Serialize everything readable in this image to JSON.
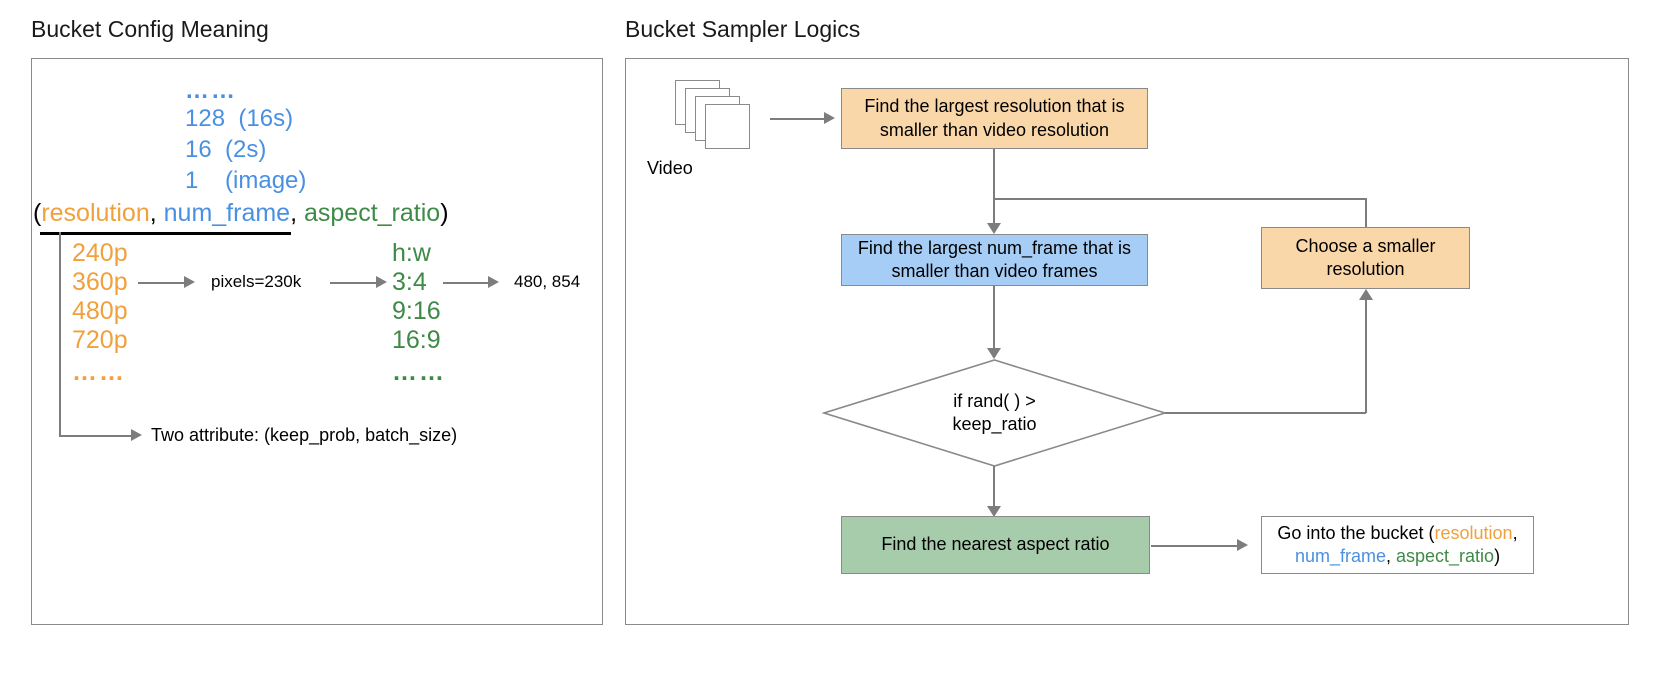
{
  "left_panel": {
    "title": "Bucket Config Meaning",
    "num_frame_column": {
      "ellipsis": "……",
      "items": [
        {
          "value": "128",
          "note": "(16s)"
        },
        {
          "value": "16",
          "note": "(2s)"
        },
        {
          "value": "1",
          "note": "(image)"
        }
      ]
    },
    "tuple": {
      "open_paren": "(",
      "resolution": "resolution",
      "comma1": ", ",
      "num_frame": "num_frame",
      "comma2": ", ",
      "aspect_ratio": "aspect_ratio",
      "close_paren": ")"
    },
    "resolution_column": [
      "240p",
      "360p",
      "480p",
      "720p",
      "……"
    ],
    "aspect_ratio_column": [
      "h:w",
      "3:4",
      "9:16",
      "16:9",
      "……"
    ],
    "pixels_label": "pixels=230k",
    "output_label": "480, 854",
    "attribute_note": "Two attribute: (keep_prob, batch_size)"
  },
  "right_panel": {
    "title": "Bucket Sampler Logics",
    "video_label": "Video",
    "nodes": {
      "find_resolution": "Find the largest resolution that is smaller than video resolution",
      "find_resolution_line1": "Find the largest resolution that is",
      "find_resolution_line2": "smaller than video resolution",
      "find_num_frame_line1": "Find the largest num_frame that is",
      "find_num_frame_line2": "smaller than video frames",
      "choose_smaller_line1": "Choose a smaller",
      "choose_smaller_line2": "resolution",
      "decision_line1": "if rand( ) >",
      "decision_line2": "keep_ratio",
      "find_aspect": "Find the nearest aspect ratio",
      "bucket": {
        "prefix": "Go into the bucket  (",
        "resolution": "resolution",
        "comma1": ",",
        "num_frame": "num_frame",
        "comma2": ", ",
        "aspect_ratio": "aspect_ratio",
        "close": ")"
      }
    }
  },
  "colors": {
    "resolution": "#f0a03c",
    "num_frame": "#4a90e2",
    "aspect_ratio": "#3f8a47",
    "node_orange": "#fad7a8",
    "node_blue": "#a6cdf5",
    "node_green": "#a7ccab",
    "stroke": "#8a8a8a",
    "arrow": "#7d7d7d"
  }
}
